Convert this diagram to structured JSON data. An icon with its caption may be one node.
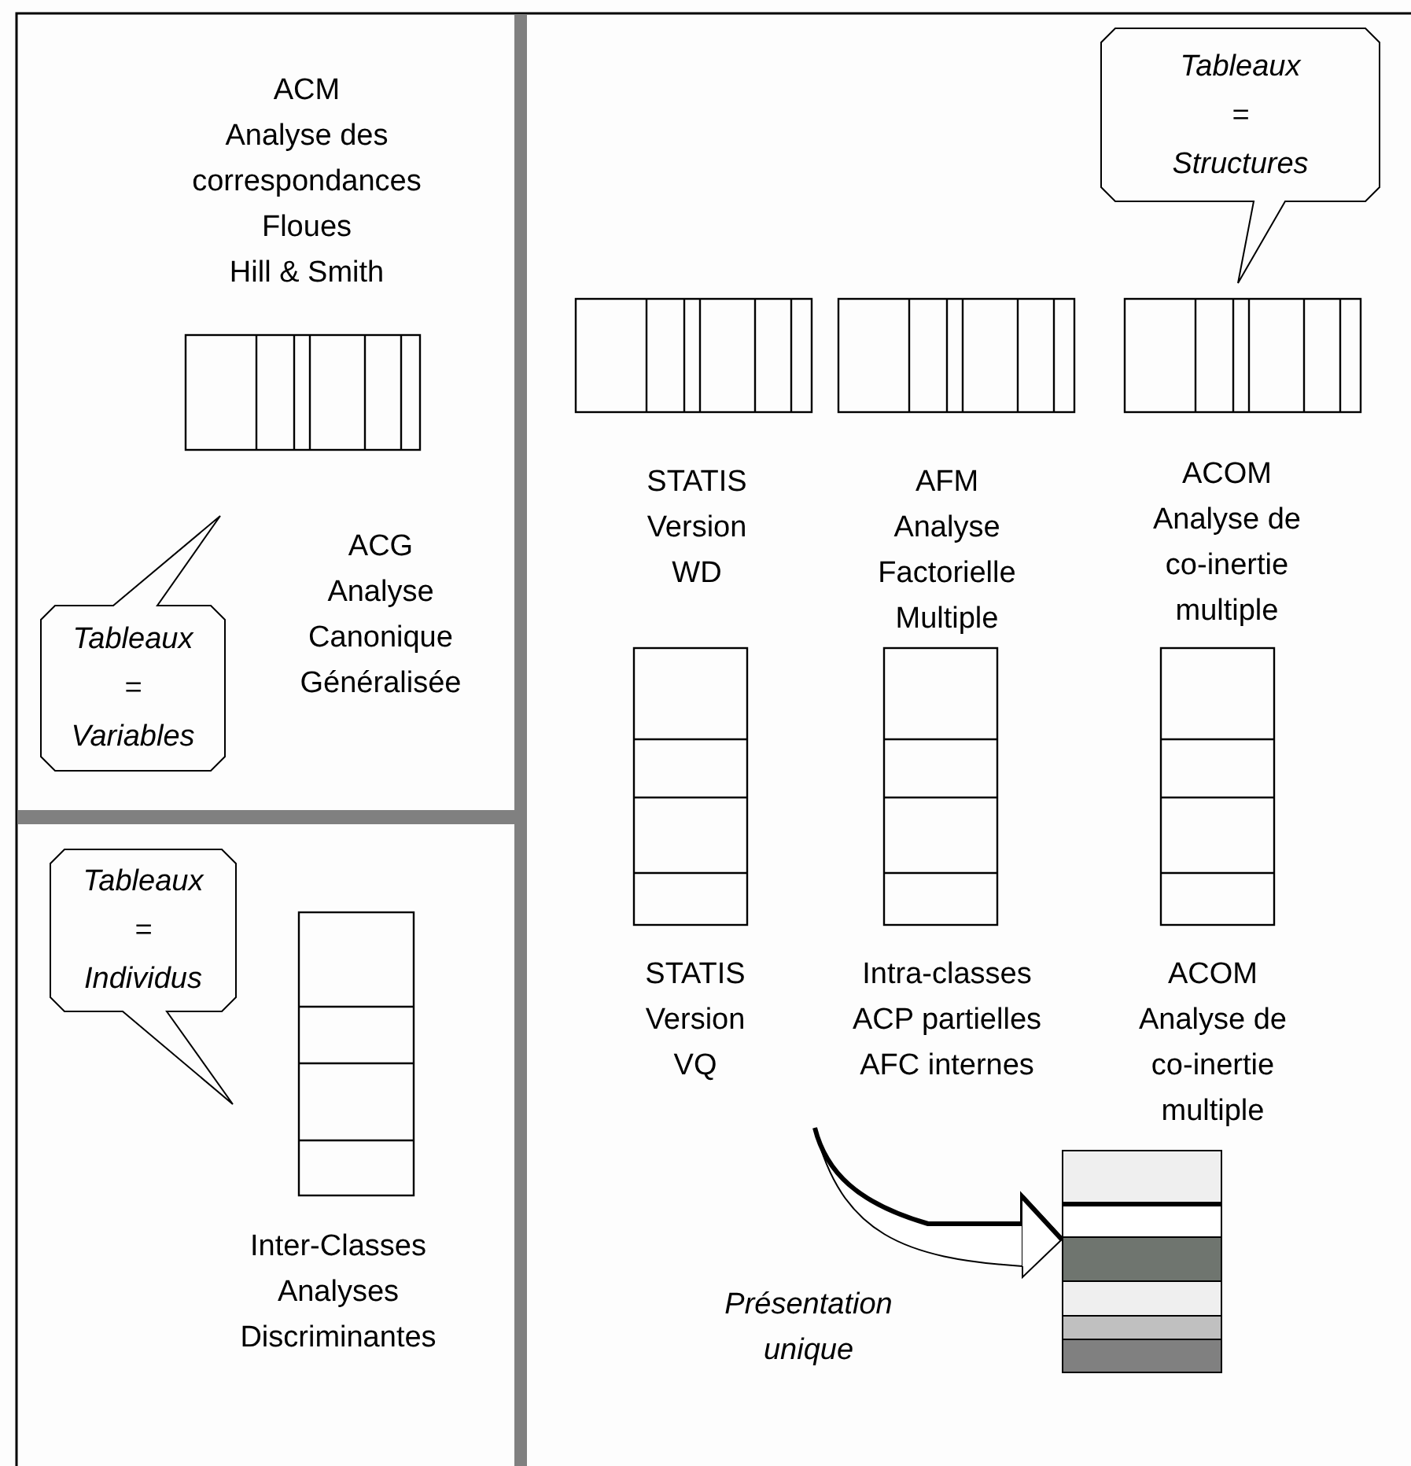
{
  "diagram": {
    "nodes": [
      {
        "text": [
          "Tableaux = Variables"
        ]
      },
      {
        "text": [
          "Tableaux = Individus"
        ]
      },
      {
        "text": [
          "Tableaux = Structures"
        ]
      },
      {
        "text": [],
        "shape": "box"
      }
    ],
    "edges": [
      {
        "from": null,
        "to": 3,
        "arrow": "to",
        "label": "Présentation unique"
      }
    ],
    "labels": [
      "ACM",
      "Analyse des correspondances Floues",
      "Hill & Smith",
      "ACG Analyse Canonique Généralisée",
      "Inter-Classes Analyses Discriminantes",
      "STATIS Version WD",
      "AFM Analyse Factorielle Multiple",
      "ACOM Analyse de co-inertie multiple",
      "STATIS Version VQ",
      "Intra-classes ACP partielles AFC internes",
      "ACOM Analyse de co-inertie multiple"
    ]
  }
}
